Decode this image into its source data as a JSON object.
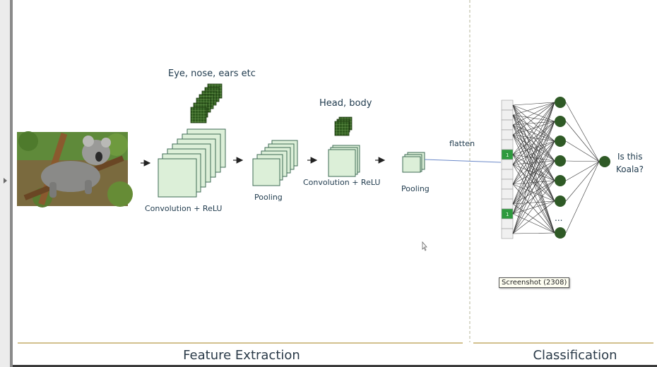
{
  "labels": {
    "features_1": "Eye, nose, ears etc",
    "features_2": "Head, body",
    "conv_relu_1": "Convolution + ReLU",
    "pooling_1": "Pooling",
    "conv_relu_2": "Convolution + ReLU",
    "pooling_2": "Pooling",
    "flatten": "flatten",
    "question_line1": "Is this",
    "question_line2": "Koala?",
    "ellipsis": "...",
    "flat_cell_value": "1"
  },
  "sections": {
    "feature_extraction": "Feature Extraction",
    "classification": "Classification"
  },
  "tooltip": "Screenshot (2308)",
  "colors": {
    "map_fill": "#dcefd8",
    "map_stroke": "#3e6b55",
    "dark_map": "#2e5a1e",
    "neuron": "#2f5a26",
    "section_line": "#b89a4a",
    "label_text": "#1f3a4d"
  },
  "icons": {
    "input_image": "koala-photo",
    "arrows": "arrow-right-icon",
    "cursor": "mouse-cursor-icon"
  }
}
